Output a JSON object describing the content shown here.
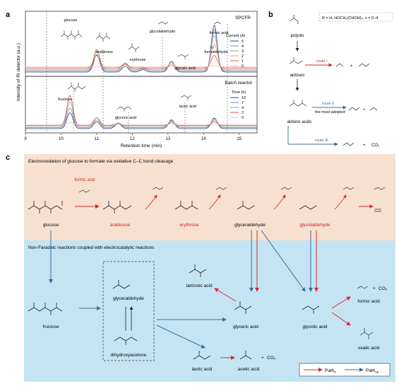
{
  "panel_a": {
    "label": "a",
    "ylabel": "Intensity of RI detector (a.u.)",
    "xlabel": "Retention time (min)",
    "x_ticks": [
      "9",
      "10",
      "11",
      "12",
      "13",
      "14",
      "15"
    ],
    "top": {
      "title": "SPCFR",
      "legend_title": "Current (A)",
      "legend_values": [
        "5",
        "4",
        "3",
        "2",
        "1",
        "0"
      ],
      "annotations": {
        "glucose": "glucose",
        "arabinose": "arabinose",
        "erythrose": "erythrose",
        "glycolaldehyde": "glycolaldehyde",
        "glycolic_acid": "glycolic acid",
        "formaldehyde": "formaldehyde",
        "formic_acid": "formic acid"
      }
    },
    "bottom": {
      "title": "Batch reactor",
      "legend_title": "Time (h)",
      "legend_values": [
        "10",
        "7",
        "4",
        "2",
        "0"
      ],
      "annotations": {
        "fructose": "fructose",
        "glyceric_acid": "glyceric acid",
        "lactic_acid": "lactic acid"
      }
    }
  },
  "panel_b": {
    "label": "b",
    "r_def": "R = H, HOCH₂(CHOH)ₙ, n = 0–4",
    "polyols": "polyols",
    "aldoses": "aldoses",
    "aldonic_acids": "aldonic acids",
    "route1": "route I",
    "route2": "route II",
    "most_adopted": "the most adopted",
    "route3": "route III",
    "co2": "CO₂",
    "plus": "+"
  },
  "panel_c": {
    "label": "c",
    "top_title": "Electrooxidation of glucose to formate via oxidative C–C bond cleavage",
    "bottom_title": "Non-Faradaic reactions coupled with electrocatalytic reactions",
    "formic_acid": "formic acid",
    "chain": [
      "glucose",
      "arabinose",
      "erythrose",
      "glyceraldehyde",
      "glycolaldehyde"
    ],
    "fructose": "fructose",
    "glyceraldehyde": "glyceraldehyde",
    "dihydroxyacetone": "dihydroxyacetone",
    "tartronic_acid": "tartronic acid",
    "glyceric_acid": "glyceric acid",
    "glycolic_acid": "glycolic acid",
    "formic_acid2": "formic acid",
    "oxalic_acid": "oxalic acid",
    "lactic_acid": "lactic acid",
    "acetic_acid": "acetic acid",
    "plus": "+",
    "co2": "CO₂",
    "legend_path_f": "Path",
    "legend_path_nf": "Path",
    "sub_f": "F",
    "sub_nf": "nF"
  },
  "colors": {
    "top_bg": "#f8e0d0",
    "bottom_bg": "#c4e4f4",
    "red": "#d42a2a",
    "blue": "#3a6e98",
    "dark_red_text": "#c02828",
    "top_series": [
      "#2a4a80",
      "#6a8ec0",
      "#9a9a9a",
      "#e8a070",
      "#e05050",
      "#f4b8b8"
    ],
    "bottom_series": [
      "#2a4a80",
      "#6a8ec0",
      "#9a9a9a",
      "#e05050",
      "#f4b8b8"
    ]
  },
  "chart_data": [
    {
      "type": "line",
      "title": "SPCFR",
      "xlabel": "Retention time (min)",
      "ylabel": "Intensity of RI detector (a.u.)",
      "xlim": [
        9,
        15.5
      ],
      "legend_title": "Current (A)",
      "series": [
        {
          "name": "5",
          "peaks": [
            [
              11.0,
              0.35
            ],
            [
              11.8,
              0.12
            ],
            [
              12.3,
              0.05
            ],
            [
              13.1,
              0.22
            ],
            [
              14.3,
              0.95
            ]
          ]
        },
        {
          "name": "4",
          "peaks": [
            [
              11.0,
              0.4
            ],
            [
              11.8,
              0.14
            ],
            [
              12.3,
              0.05
            ],
            [
              13.1,
              0.2
            ],
            [
              14.3,
              0.85
            ]
          ]
        },
        {
          "name": "3",
          "peaks": [
            [
              11.0,
              0.42
            ],
            [
              11.8,
              0.15
            ],
            [
              12.3,
              0.04
            ],
            [
              13.1,
              0.16
            ],
            [
              14.3,
              0.7
            ]
          ]
        },
        {
          "name": "2",
          "peaks": [
            [
              11.0,
              0.38
            ],
            [
              11.8,
              0.12
            ],
            [
              12.3,
              0.03
            ],
            [
              13.1,
              0.12
            ],
            [
              14.3,
              0.5
            ]
          ]
        },
        {
          "name": "1",
          "peaks": [
            [
              11.0,
              0.25
            ],
            [
              11.8,
              0.08
            ],
            [
              13.1,
              0.06
            ],
            [
              14.3,
              0.25
            ]
          ]
        },
        {
          "name": "0",
          "peaks": [
            [
              14.3,
              0.03
            ]
          ]
        }
      ]
    },
    {
      "type": "line",
      "title": "Batch reactor",
      "xlabel": "Retention time (min)",
      "ylabel": "Intensity of RI detector (a.u.)",
      "xlim": [
        9,
        15.5
      ],
      "legend_title": "Time (h)",
      "series": [
        {
          "name": "10",
          "peaks": [
            [
              10.25,
              0.45
            ],
            [
              11.0,
              0.2
            ],
            [
              11.6,
              0.15
            ],
            [
              13.1,
              0.25
            ],
            [
              14.3,
              0.3
            ]
          ]
        },
        {
          "name": "7",
          "peaks": [
            [
              10.25,
              0.55
            ],
            [
              11.0,
              0.22
            ],
            [
              11.6,
              0.13
            ],
            [
              13.1,
              0.2
            ],
            [
              14.3,
              0.25
            ]
          ]
        },
        {
          "name": "4",
          "peaks": [
            [
              10.25,
              0.7
            ],
            [
              11.0,
              0.25
            ],
            [
              11.6,
              0.1
            ],
            [
              13.1,
              0.15
            ],
            [
              14.3,
              0.18
            ]
          ]
        },
        {
          "name": "2",
          "peaks": [
            [
              10.25,
              0.85
            ],
            [
              11.0,
              0.22
            ],
            [
              11.6,
              0.06
            ],
            [
              13.1,
              0.08
            ],
            [
              14.3,
              0.1
            ]
          ]
        },
        {
          "name": "0",
          "peaks": [
            [
              10.25,
              0.05
            ]
          ]
        }
      ]
    }
  ]
}
